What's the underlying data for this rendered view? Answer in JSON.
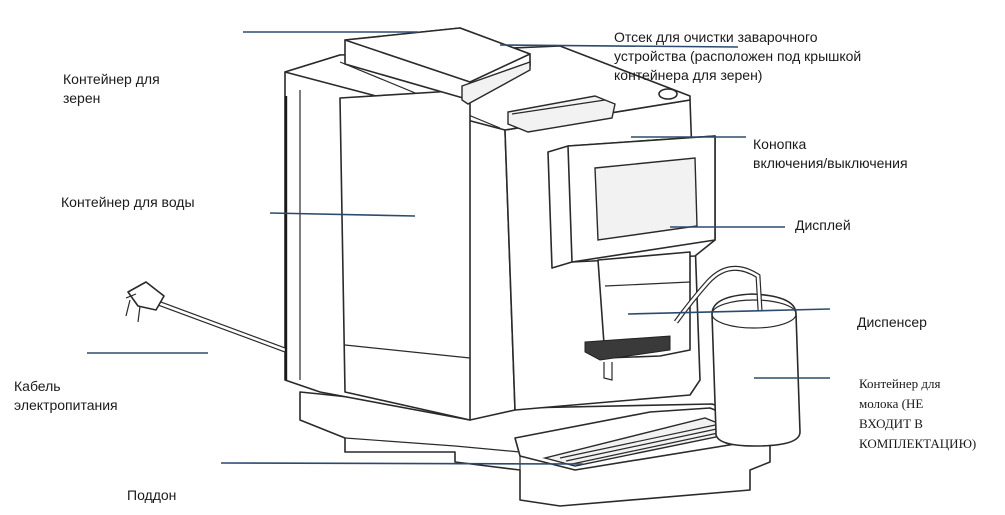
{
  "labels": {
    "bean_container": "Контейнер для\nзерен",
    "brew_unit_compartment": "Отсек для очистки заварочного\nустройства (расположен под крышкой\nконтейнера для зерен)",
    "power_button": "Конопка\nвключения/выключения",
    "water_container": "Контейнер для воды",
    "display": "Дисплей",
    "dispenser": "Диспенсер",
    "power_cable": "Кабель\nэлектропитания",
    "milk_container": "Контейнер для\nмолока (НЕ\nВХОДИТ В\nКОМПЛЕКТАЦИЮ)",
    "drip_tray": "Поддон"
  },
  "colors": {
    "leader_line": "#2d4a6e",
    "outline": "#2a2a2a"
  }
}
